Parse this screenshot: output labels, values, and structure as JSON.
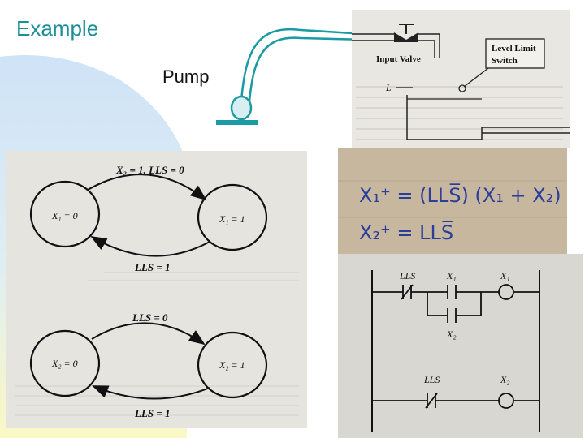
{
  "slide": {
    "title": "Example",
    "pump_label": "Pump"
  },
  "tank_diagram": {
    "input_valve": "Input Valve",
    "level_limit_1": "Level Limit",
    "level_limit_2": "Switch",
    "level_mark": "L"
  },
  "state_diagram_1": {
    "top_label": "X₂ = 1,  LLS = 0",
    "bottom_label": "LLS = 1",
    "left_state": "X₁ = 0",
    "right_state": "X₁ = 1"
  },
  "state_diagram_2": {
    "top_label": "LLS = 0",
    "bottom_label": "LLS = 1",
    "left_state": "X₂ = 0",
    "right_state": "X₂ = 1"
  },
  "equations": {
    "eq1": "X₁⁺ = (LLS̅) (X₁ + X₂)",
    "eq2": "X₂⁺ = LLS̅"
  },
  "ladder": {
    "rung1_contact1": "LLS",
    "rung1_contact2": "X₁",
    "rung1_coil": "X₁",
    "rung1_branch": "X₂",
    "rung2_contact": "LLS",
    "rung2_coil": "X₂"
  },
  "colors": {
    "title": "#1a8f9a",
    "pump": "#1a9aa2",
    "background_blob": "#cfe3f7",
    "background_yellow": "#fbf8c4"
  }
}
